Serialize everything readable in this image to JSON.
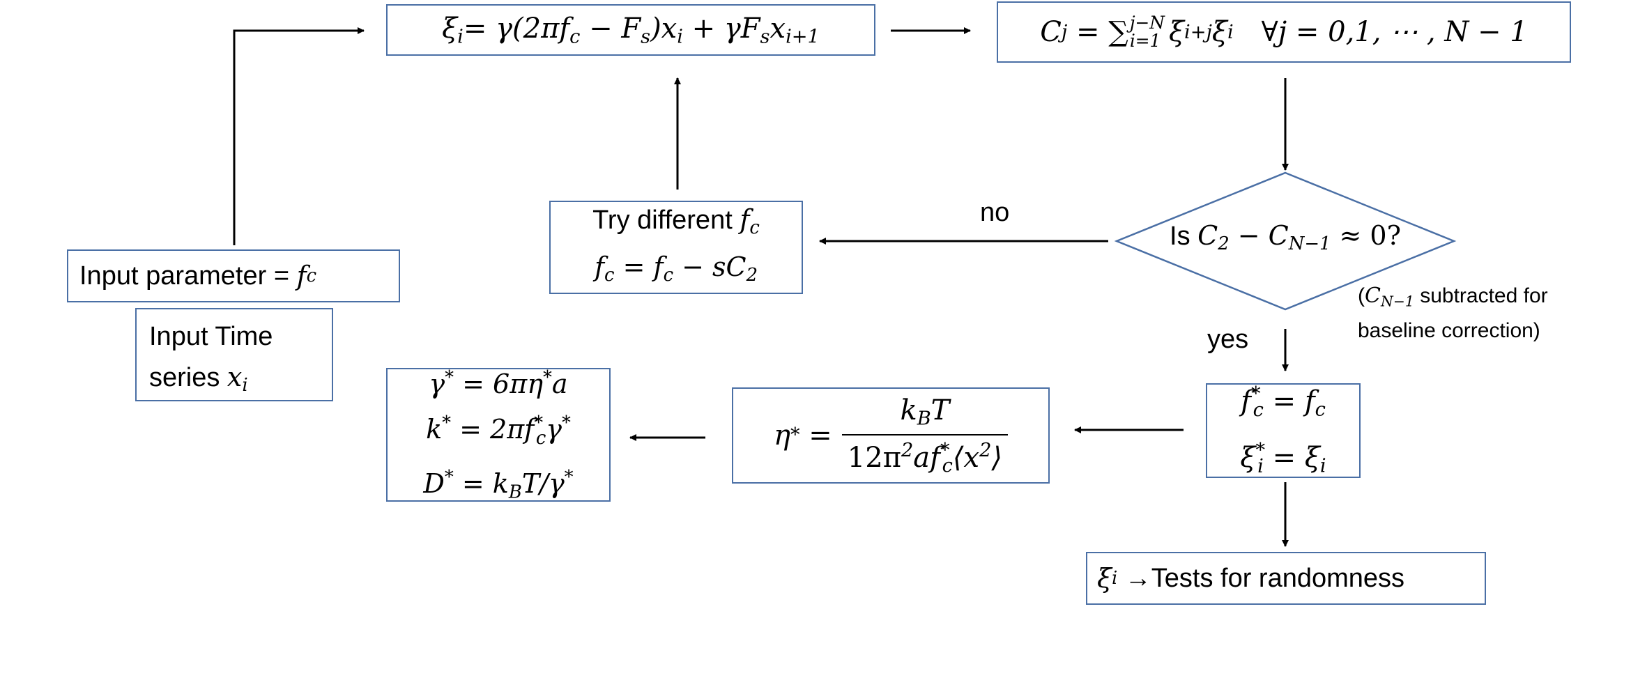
{
  "nodes": {
    "xi_equation": {
      "lhs": "ξ",
      "lhs_sub": "i",
      "rhs": "= γ(2πf",
      "rhs_sub1": "c",
      "rhs_mid": " − F",
      "rhs_sub2": "s",
      "rhs_mid2": ")x",
      "rhs_sub3": "i",
      "rhs_mid3": " + γF",
      "rhs_sub4": "s",
      "rhs_mid4": "x",
      "rhs_sub5": "i+1"
    },
    "cj_equation": {
      "lhs": "C",
      "lhs_sub": "j",
      "eq": " = ",
      "sigma": "∑",
      "sum_top": "j−N",
      "sum_bot": "i=1",
      "term1": "ξ",
      "term1_sub": "i+j",
      "term2": "ξ",
      "term2_sub": "i",
      "forall": "∀j = 0,1, ⋯ , N − 1"
    },
    "input_parameter": {
      "text": "Input parameter = ",
      "var": "f",
      "var_sub": "c"
    },
    "input_time_series": {
      "line1": "Input Time",
      "line2": "series ",
      "var": "x",
      "var_sub": "i"
    },
    "try_different": {
      "line1": "Try different ",
      "var": "f",
      "var_sub": "c",
      "line2_a": "f",
      "line2_a_sub": "c",
      "line2_b": " = f",
      "line2_b_sub": "c",
      "line2_c": " − sC",
      "line2_c_sub": "2"
    },
    "decision": {
      "prefix": "Is ",
      "c": "C",
      "c_sub1": "2",
      "minus": " − C",
      "c_sub2": "N−1",
      "approx": " ≈ 0?"
    },
    "baseline_note": {
      "open": "(",
      "c": "C",
      "c_sub": "N−1",
      "text1": " subtracted for",
      "text2": "baseline correction)"
    },
    "fc_star": {
      "l1_a": "f",
      "l1_sup": "*",
      "l1_sub": "c",
      "l1_b": " = f",
      "l1_b_sub": "c",
      "l2_a": "ξ",
      "l2_sup": "*",
      "l2_sub": "i",
      "l2_b": " = ξ",
      "l2_b_sub": "i"
    },
    "eta_star": {
      "lhs": "η",
      "lhs_sup": "*",
      "eq": " =",
      "num_a": "k",
      "num_sub": "B",
      "num_b": "T",
      "den_a": "12π",
      "den_sup": "2",
      "den_b": "af",
      "den_sup2": "*",
      "den_sub": "c",
      "den_c": "⟨x",
      "den_sup3": "2",
      "den_d": "⟩"
    },
    "results": {
      "l1_a": "γ",
      "l1_sup": "*",
      "l1_b": " = 6πη",
      "l1_sup2": "*",
      "l1_c": "a",
      "l2_a": "k",
      "l2_sup": "*",
      "l2_b": " = 2πf",
      "l2_sup2": "*",
      "l2_sub": "c",
      "l2_c": "γ",
      "l2_sup3": "*",
      "l3_a": "D",
      "l3_sup": "*",
      "l3_b": " = k",
      "l3_sub": "B",
      "l3_c": "T/γ",
      "l3_sup2": "*"
    },
    "randomness": {
      "var": "ξ",
      "var_sub": "i",
      "text": " →Tests for randomness"
    }
  },
  "edge_labels": {
    "no": "no",
    "yes": "yes"
  },
  "colors": {
    "box_border": "#4a6fa5",
    "arrow": "#000000",
    "text": "#000000"
  }
}
